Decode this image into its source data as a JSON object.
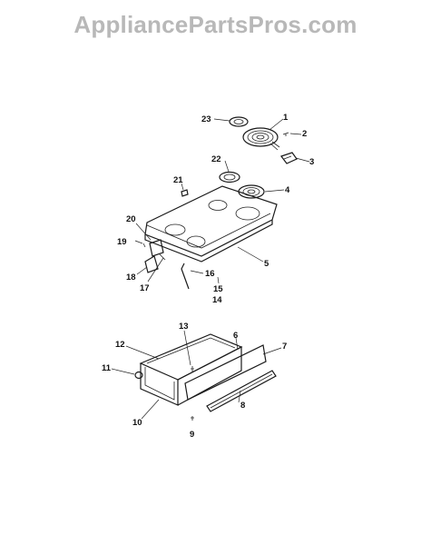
{
  "watermark": "AppliancePartsPros.com",
  "callouts": [
    "1",
    "2",
    "3",
    "4",
    "5",
    "6",
    "7",
    "8",
    "9",
    "10",
    "11",
    "12",
    "13",
    "14",
    "15",
    "16",
    "17",
    "18",
    "19",
    "20",
    "21",
    "22",
    "23"
  ]
}
